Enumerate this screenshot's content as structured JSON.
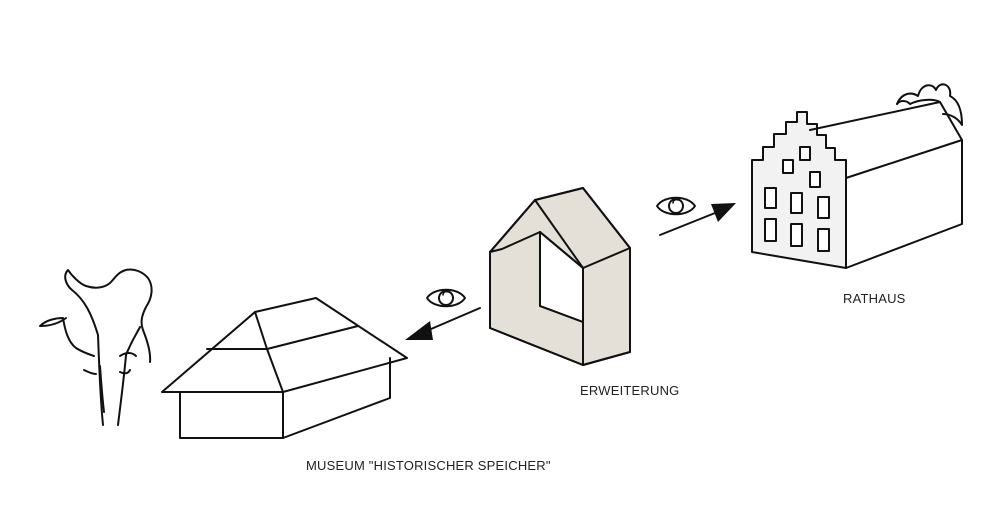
{
  "labels": {
    "rathaus": "RATHAUS",
    "erweiterung": "ERWEITERUNG",
    "museum": "MUSEUM \"HISTORISCHER SPEICHER\""
  },
  "colors": {
    "line": "#111111",
    "extension_fill": "#e4e0d8",
    "background": "#ffffff"
  },
  "icons": [
    "eye-icon",
    "arrow-icon",
    "tree-icon"
  ]
}
